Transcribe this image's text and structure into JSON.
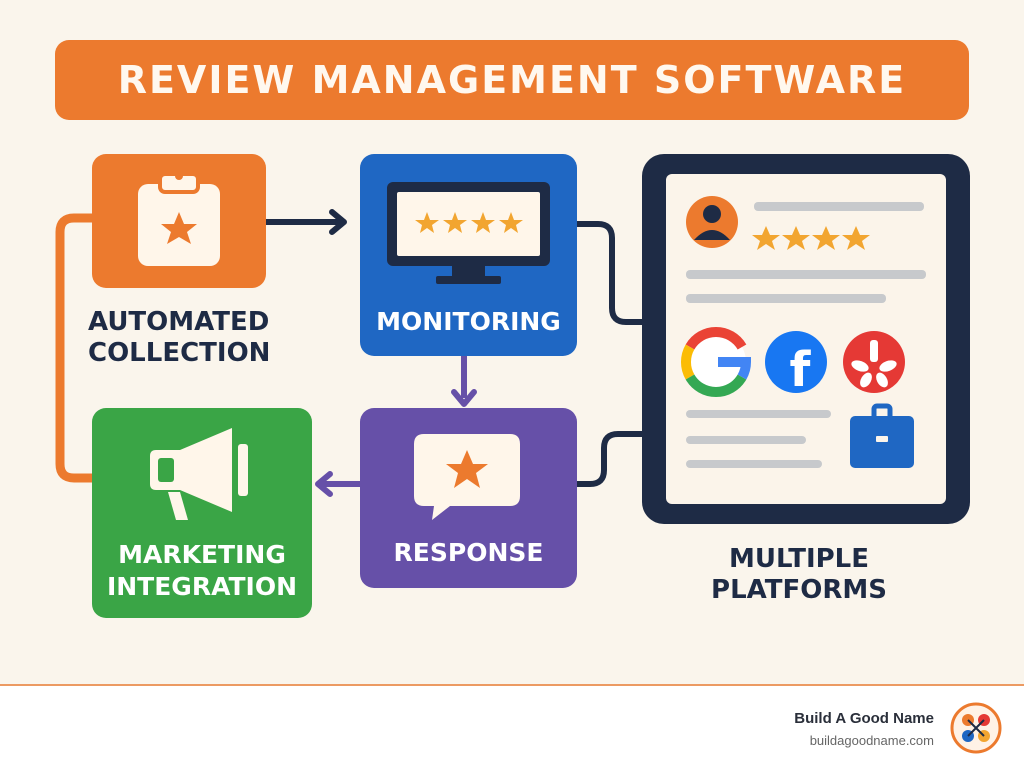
{
  "title": "REVIEW MANAGEMENT SOFTWARE",
  "steps": {
    "collection": {
      "line1": "AUTOMATED",
      "line2": "COLLECTION"
    },
    "monitoring": {
      "label": "MONITORING"
    },
    "response": {
      "label": "RESPONSE"
    },
    "marketing": {
      "line1": "MARKETING",
      "line2": "INTEGRATION"
    },
    "platforms": {
      "line1": "MULTIPLE",
      "line2": "PLATFORMS"
    }
  },
  "platform_logos": {
    "google": "G",
    "facebook": "f"
  },
  "footer": {
    "brand": "Build A Good Name",
    "url": "buildagoodname.com"
  },
  "colors": {
    "orange": "#ec7a2e",
    "blue": "#1f67c3",
    "purple": "#6650a8",
    "green": "#3aa546",
    "navy": "#1e2b45",
    "star": "#f2a530"
  },
  "icons": [
    "clipboard-star-icon",
    "monitor-stars-icon",
    "chat-star-icon",
    "megaphone-icon",
    "tablet-review-icon",
    "google-logo-icon",
    "facebook-logo-icon",
    "yelp-logo-icon",
    "briefcase-icon",
    "brand-logo-icon"
  ]
}
